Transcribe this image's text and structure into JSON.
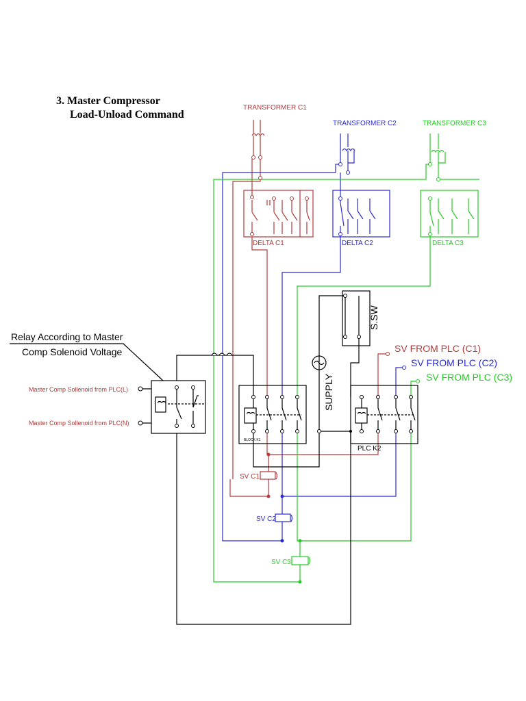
{
  "title": {
    "line1": "3. Master Compressor",
    "line2": "Load-Unload Command"
  },
  "colors": {
    "c1": "#b33a3a",
    "c2": "#2a2ad0",
    "c3": "#22cc22",
    "common": "#000000"
  },
  "transformers": [
    {
      "label": "TRANSFORMER C1"
    },
    {
      "label": "TRANSFORMER C2"
    },
    {
      "label": "TRANSFORMER C3"
    }
  ],
  "delta_contactors": [
    {
      "label": "DELTA C1"
    },
    {
      "label": "DELTA C2"
    },
    {
      "label": "DELTA C3"
    }
  ],
  "relay_note": {
    "line1": "Relay According to Master",
    "line2": "Comp Solenoid Voltage"
  },
  "plc_inputs": {
    "line": "Master Comp Sollenoid from PLC(L)",
    "neutral": "Master Comp Sollenoid from PLC(N)"
  },
  "ssw_label": "S.SW",
  "supply_label": "SUPPLY",
  "contactor_k1_label": "BLOCK K1",
  "plc_k2_label": "PLC K2",
  "sv_from_plc": [
    {
      "label": "SV FROM PLC (C1)"
    },
    {
      "label": "SV FROM PLC (C2)"
    },
    {
      "label": "SV FROM PLC (C3)"
    }
  ],
  "solenoid_valves": [
    {
      "label": "SV C1"
    },
    {
      "label": "SV C2"
    },
    {
      "label": "SV C3"
    }
  ]
}
